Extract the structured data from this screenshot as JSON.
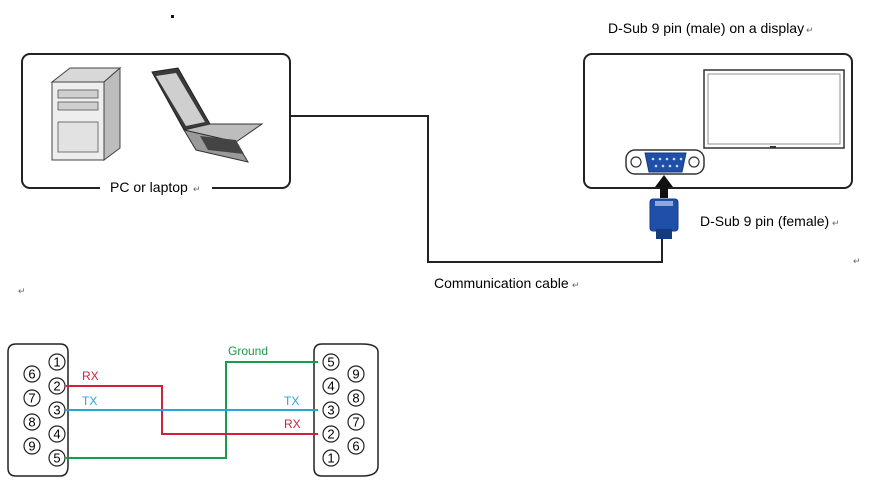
{
  "labels": {
    "pc": "PC or laptop",
    "display_connector": "D-Sub 9 pin (male) on a display",
    "cable_connector": "D-Sub 9 pin (female)",
    "cable": "Communication cable"
  },
  "paragraph_mark": "↵",
  "wiring": {
    "ground": "Ground",
    "rx_left": "RX",
    "tx_left": "TX",
    "tx_right": "TX",
    "rx_right": "RX"
  },
  "left_pins": {
    "col_a": [
      "1",
      "2",
      "3",
      "4",
      "5"
    ],
    "col_b": [
      "6",
      "7",
      "8",
      "9"
    ]
  },
  "right_pins": {
    "col_a": [
      "5",
      "4",
      "3",
      "2",
      "1"
    ],
    "col_b": [
      "9",
      "8",
      "7",
      "6"
    ]
  },
  "colors": {
    "ground": "#1a9a4a",
    "rx": "#d1203a",
    "tx": "#2aa4d8",
    "connector_blue": "#1f4fa8"
  }
}
